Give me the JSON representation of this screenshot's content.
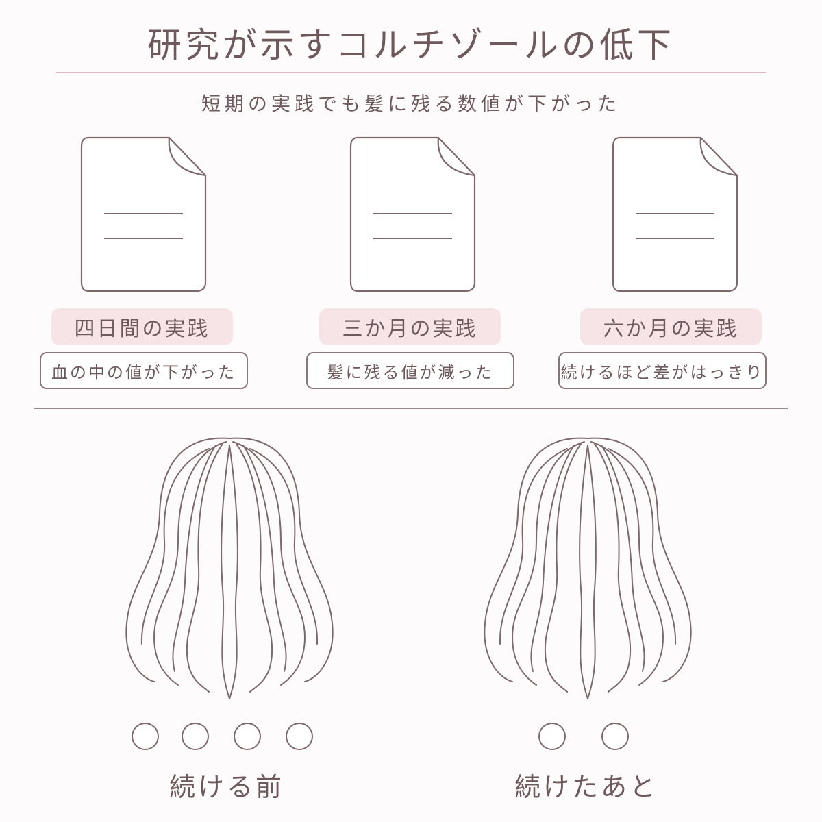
{
  "header": {
    "title": "研究が示すコルチゾールの低下",
    "subtitle": "短期の実践でも髪に残る数値が下がった"
  },
  "studies": [
    {
      "period": "四日間の実践",
      "result": "血の中の値が下がった",
      "icon": "document-icon"
    },
    {
      "period": "三か月の実践",
      "result": "髪に残る値が減った",
      "icon": "document-icon"
    },
    {
      "period": "六か月の実践",
      "result": "続けるほど差がはっきり",
      "icon": "document-icon"
    }
  ],
  "comparison": {
    "before": {
      "caption": "続ける前",
      "marker_count": 4,
      "icon": "hair-back-icon"
    },
    "after": {
      "caption": "続けたあと",
      "marker_count": 2,
      "icon": "hair-back-icon"
    }
  },
  "colors": {
    "text": "#6e5a5d",
    "accent_pink": "#f7e4e6",
    "title_rule": "#e3b9c1",
    "line": "#7d696c"
  }
}
